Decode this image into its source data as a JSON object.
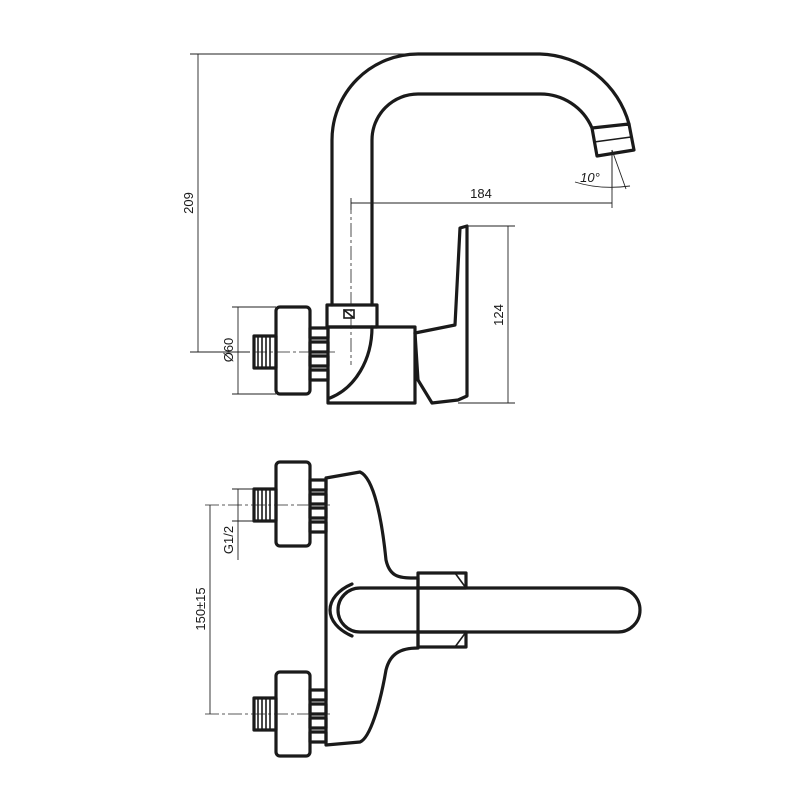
{
  "dimensions": {
    "height_total": "209",
    "spout_reach": "184",
    "body_height": "124",
    "flange_diameter": "Ø60",
    "spout_angle": "10°",
    "thread_size": "G1/2",
    "inlet_spacing": "150±15"
  },
  "colors": {
    "line": "#1a1a1a",
    "background": "#ffffff"
  }
}
